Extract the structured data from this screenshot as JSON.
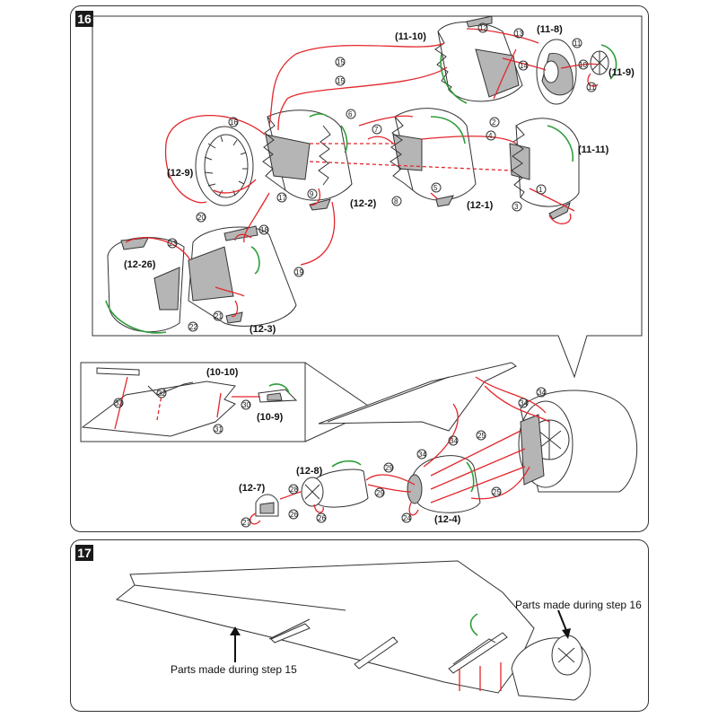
{
  "steps": {
    "step16": {
      "number": "16",
      "parts": [
        "(11-10)",
        "(11-8)",
        "(11-9)",
        "(11-11)",
        "(12-9)",
        "(12-2)",
        "(12-1)",
        "(12-26)",
        "(12-3)",
        "(10-10)",
        "(10-9)",
        "(12-8)",
        "(12-7)",
        "(12-4)"
      ],
      "callouts": [
        "1",
        "2",
        "3",
        "4",
        "5",
        "6",
        "7",
        "8",
        "9",
        "10",
        "11",
        "12",
        "13",
        "14",
        "15",
        "16",
        "17",
        "18",
        "19",
        "20",
        "21",
        "22",
        "23",
        "24",
        "25",
        "26",
        "27",
        "28",
        "29",
        "30",
        "31",
        "32",
        "33",
        "34"
      ]
    },
    "step17": {
      "number": "17",
      "caption_engine": "Parts made during step 16",
      "caption_wing": "Parts made during step 15"
    }
  },
  "colors": {
    "attach_arrow": "#e3262b",
    "rotate_arrow": "#2e9e3a",
    "glue_area": "#b5b5b5"
  }
}
